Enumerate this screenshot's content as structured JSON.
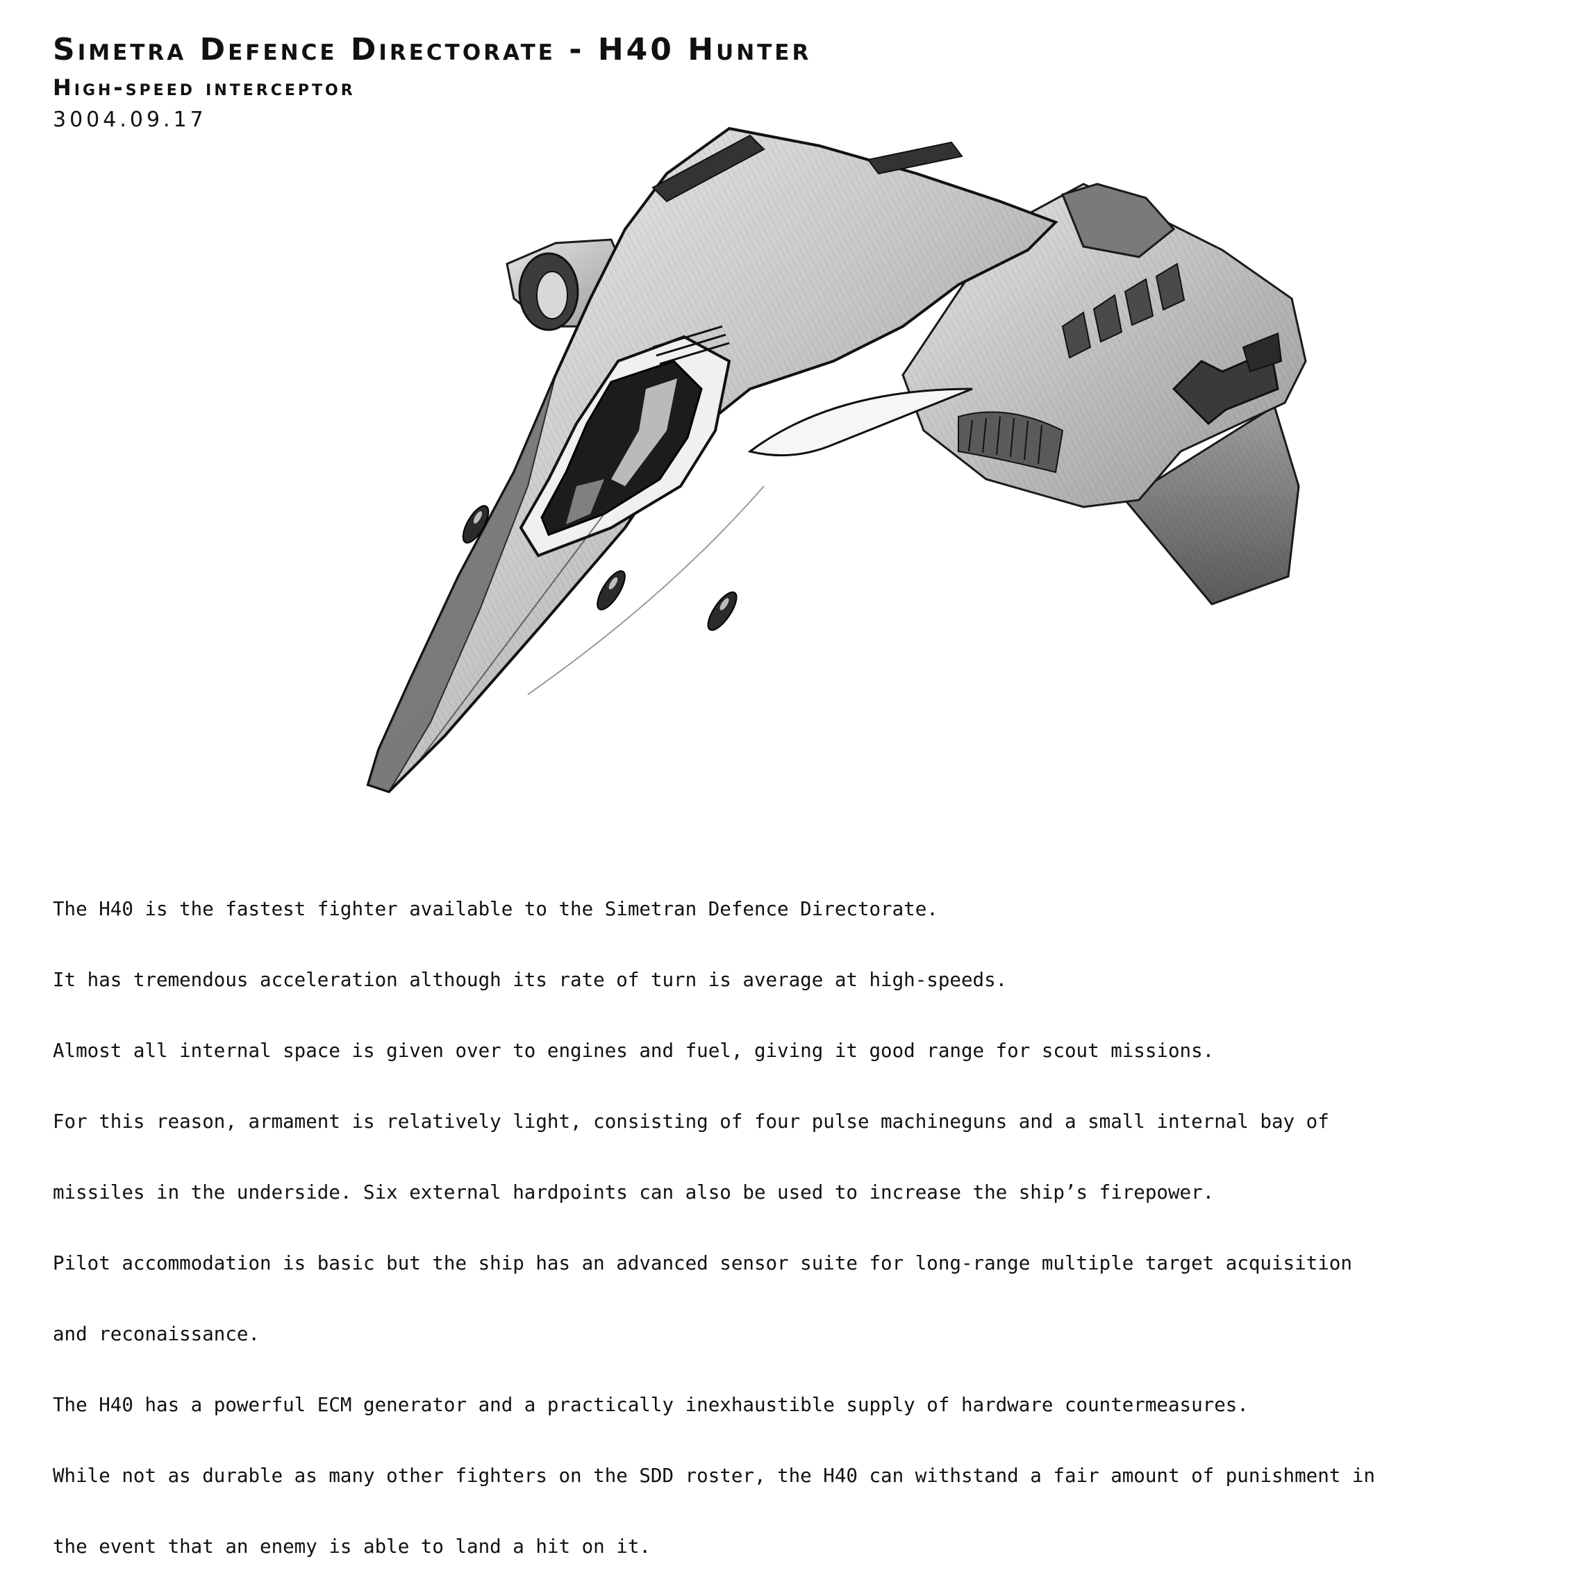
{
  "header": {
    "title": "Simetra Defence Directorate - H40 Hunter",
    "subtitle": "High-speed interceptor",
    "date": "3004.09.17"
  },
  "illustration": {
    "icon": "spaceship-sketch-icon"
  },
  "description": {
    "lines": [
      "The H40 is the fastest fighter available to the Simetran Defence Directorate.",
      "It has tremendous acceleration although its rate of turn is average at high-speeds.",
      "Almost all internal space is given over to engines and fuel, giving it good range for scout missions.",
      "For this reason, armament is relatively light, consisting of four pulse machineguns and a small internal bay of",
      "missiles in the underside. Six external hardpoints can also be used to increase the ship’s firepower.",
      "Pilot accommodation is basic but the ship has an advanced sensor suite for long-range multiple target acquisition",
      "and reconaissance.",
      "The H40 has a powerful ECM generator and a practically inexhaustible supply of hardware countermeasures.",
      "While not as durable as many other fighters on the SDD roster, the H40 can withstand a fair amount of punishment in",
      "the event that an enemy is able to land a hit on it."
    ]
  }
}
